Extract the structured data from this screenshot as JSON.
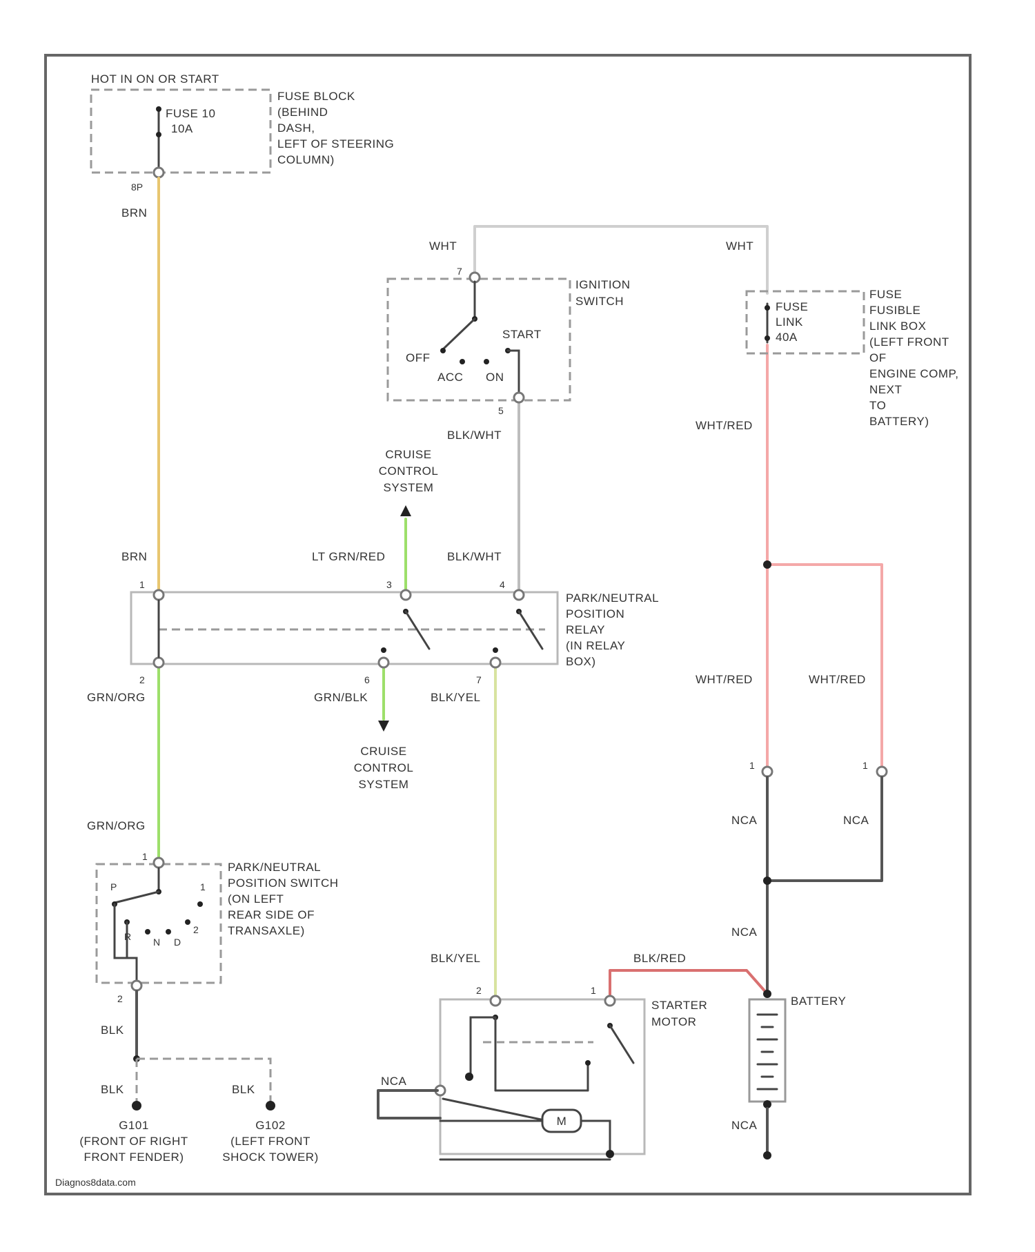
{
  "colors": {
    "brn": "#e8c670",
    "wht": "#cfcfcf",
    "blk_wht": "#bdbdbd",
    "wht_red": "#f4a8a8",
    "green": "#9ddf6a",
    "blk_yel": "#d8e3a0",
    "blk_red": "#d97070",
    "nca": "#555555",
    "frame": "#666666"
  },
  "fuse_block": {
    "power_label": "HOT IN ON OR START",
    "fuse_label_1": "FUSE 10",
    "fuse_label_2": "10A",
    "desc": [
      "FUSE BLOCK",
      "(BEHIND",
      "DASH,",
      "LEFT OF STEERING",
      "COLUMN)"
    ],
    "pin_label": "8P"
  },
  "ignition_switch": {
    "desc": [
      "IGNITION",
      "SWITCH"
    ],
    "pos_off": "OFF",
    "pos_acc": "ACC",
    "pos_on": "ON",
    "pos_start": "START",
    "pin_top": "7",
    "pin_bottom": "5"
  },
  "fusible_link": {
    "line_1": "FUSE",
    "line_2": "LINK",
    "line_3": "40A",
    "desc": [
      "FUSE",
      "FUSIBLE",
      "LINK BOX",
      "(LEFT FRONT",
      "OF",
      "ENGINE COMP,",
      "NEXT",
      "TO",
      "BATTERY)"
    ]
  },
  "relay": {
    "desc": [
      "PARK/NEUTRAL",
      "POSITION",
      "RELAY",
      "(IN RELAY",
      "BOX)"
    ],
    "pins": [
      "1",
      "3",
      "4",
      "2",
      "6",
      "7"
    ]
  },
  "cruise_top": [
    "CRUISE",
    "CONTROL",
    "SYSTEM"
  ],
  "cruise_bottom": [
    "CRUISE",
    "CONTROL",
    "SYSTEM"
  ],
  "pn_switch": {
    "desc": [
      "PARK/NEUTRAL",
      "POSITION SWITCH",
      "(ON LEFT",
      "REAR SIDE OF",
      "TRANSAXLE)"
    ],
    "pos": [
      "P",
      "R",
      "N",
      "D",
      "2",
      "1"
    ],
    "pin_top": "1",
    "pin_bottom": "2"
  },
  "starter": {
    "desc": [
      "STARTER",
      "MOTOR"
    ],
    "motor": "M",
    "pin_s": "2",
    "pin_b": "1"
  },
  "battery": {
    "label": "BATTERY"
  },
  "grounds": {
    "g101": [
      "G101",
      "(FRONT OF RIGHT",
      "FRONT FENDER)"
    ],
    "g102": [
      "G102",
      "(LEFT FRONT",
      "SHOCK TOWER)"
    ]
  },
  "wire_labels": {
    "brn_top": "BRN",
    "brn_mid": "BRN",
    "wht_left": "WHT",
    "wht_right": "WHT",
    "blk_wht_1": "BLK/WHT",
    "blk_wht_2": "BLK/WHT",
    "wht_red_1": "WHT/RED",
    "wht_red_2": "WHT/RED",
    "wht_red_3": "WHT/RED",
    "lt_grn_red": "LT GRN/RED",
    "grn_org_1": "GRN/ORG",
    "grn_org_2": "GRN/ORG",
    "grn_blk": "GRN/BLK",
    "blk_yel_1": "BLK/YEL",
    "blk_yel_2": "BLK/YEL",
    "blk_red": "BLK/RED",
    "nca_1": "NCA",
    "nca_2": "NCA",
    "nca_3": "NCA",
    "nca_4": "NCA",
    "nca_5": "NCA",
    "blk_1": "BLK",
    "blk_2": "BLK",
    "blk_3": "BLK",
    "pin_1_left": "1",
    "pin_1_right": "1"
  },
  "watermark": "Diagnos8data.com"
}
